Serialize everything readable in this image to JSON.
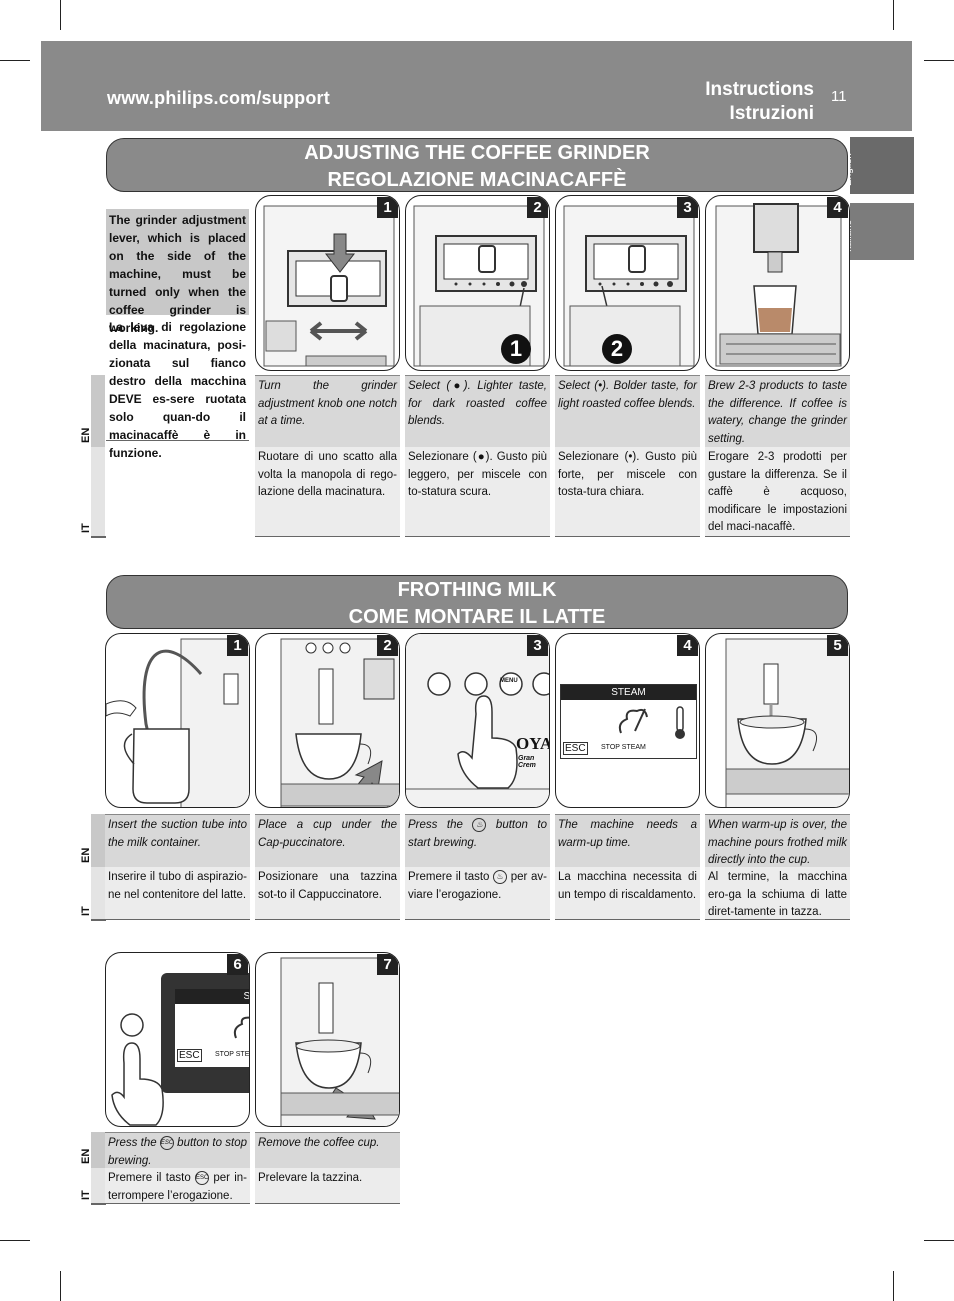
{
  "header": {
    "url": "www.philips.com/support",
    "title_en": "Instructions",
    "title_it": "Istruzioni",
    "page_number": "11"
  },
  "tabs": {
    "english": "English",
    "italiano": "Italiano"
  },
  "lang": {
    "en": "EN",
    "it": "IT"
  },
  "grinder": {
    "title_en": "ADJUSTING THE COFFEE GRINDER",
    "title_it": "REGOLAZIONE MACINACAFFÈ",
    "note_en": "The grinder adjustment lever, which is placed on the side of the machine, must be turned only when the coffee grinder is working.",
    "note_it": "La leva di regolazione della macinatura, posi-zionata sul fianco destro della macchina DEVE es-sere ruotata solo quan-do il macinacaffè è in funzione.",
    "steps": [
      {
        "num": "1",
        "en": "Turn the grinder adjustment knob one notch at a time.",
        "it": "Ruotare di uno scatto alla volta la manopola di rego-lazione della macinatura."
      },
      {
        "num": "2",
        "badge": "1",
        "en": "Select (●). Lighter taste, for dark roasted coffee blends.",
        "it": "Selezionare (●). Gusto più leggero, per miscele con to-statura scura."
      },
      {
        "num": "3",
        "badge": "2",
        "en": "Select (•). Bolder taste, for light roasted coffee blends.",
        "it": "Selezionare (•). Gusto più forte, per miscele con tosta-tura chiara."
      },
      {
        "num": "4",
        "en": "Brew 2-3 products to taste the difference. If coffee is watery, change the grinder setting.",
        "it": "Erogare 2-3 prodotti per gustare la differenza. Se il caffè è acquoso, modificare le impostazioni del maci-nacaffè."
      }
    ]
  },
  "milk": {
    "title_en": "FROTHING MILK",
    "title_it": "COME MONTARE IL LATTE",
    "steps": [
      {
        "num": "1",
        "en": "Insert the suction tube into the milk container.",
        "it": "Inserire il tubo di aspirazio-ne nel contenitore del latte."
      },
      {
        "num": "2",
        "en": "Place a cup under the Cap-puccinatore.",
        "it": "Posizionare una tazzina sot-to il Cappuccinatore."
      },
      {
        "num": "3",
        "en_a": "Press the",
        "en_b": "button to start brewing.",
        "it_a": "Premere il tasto",
        "it_b": "per av-viare l’erogazione.",
        "panel_text": "OYAL",
        "panel_sub": "Gran Crem",
        "menu_label": "MENU"
      },
      {
        "num": "4",
        "en": "The machine needs a warm-up time.",
        "it": "La macchina necessita di un tempo di riscaldamento.",
        "display_title": "STEAM",
        "display_esc": "ESC",
        "display_stop": "STOP STEAM"
      },
      {
        "num": "5",
        "en": "When warm-up is over, the machine pours frothed milk directly into the cup.",
        "it": "Al termine, la macchina ero-ga la schiuma di latte diret-tamente in tazza."
      },
      {
        "num": "6",
        "en_a": "Press the",
        "en_b": "button to stop brewing.",
        "it_a": "Premere il tasto",
        "it_b": "per in-terrompere l’erogazione.",
        "display_title": "STE",
        "display_esc": "ESC",
        "display_stop": "STOP STE",
        "icon_label": "ESC"
      },
      {
        "num": "7",
        "en": "Remove the coffee cup.",
        "it": "Prelevare la tazzina."
      }
    ]
  }
}
